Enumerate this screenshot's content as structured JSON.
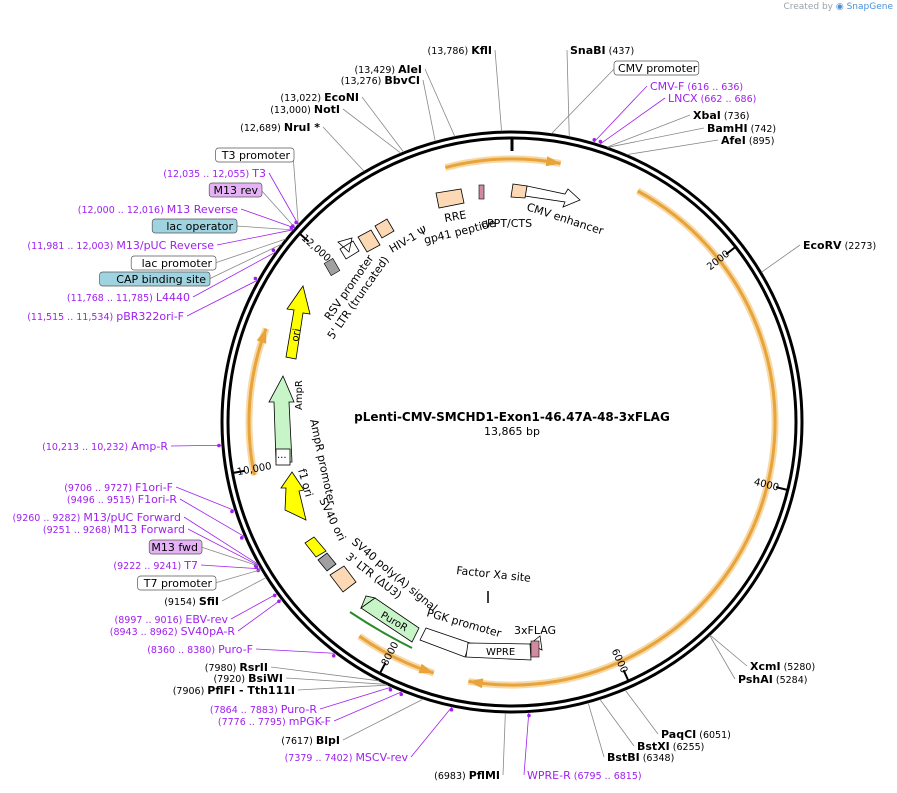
{
  "credit": {
    "prefix": "Created by",
    "brand": "SnapGene"
  },
  "map": {
    "name": "pLenti-CMV-SMCHD1-Exon1-46.47A-48-3xFLAG",
    "size_label": "13,865 bp",
    "length_bp": 13865
  },
  "colors": {
    "backbone": "#000000",
    "orf_arrow": "#e8a33a",
    "primer": "#a020f0",
    "feature_peach": "#fcd8b4",
    "feature_green": "#c8f5c8",
    "feature_yellow": "#ffff00",
    "feature_gray": "#a0a0a0",
    "feature_pink": "#d08ba0",
    "promoter_box": "#ffffff",
    "lac_box": "#9fd3e0",
    "m13_box": "#e5b3f5"
  },
  "ticks": [
    {
      "label": "2000",
      "bp": 2000
    },
    {
      "label": "4000",
      "bp": 4000
    },
    {
      "label": "6000",
      "bp": 6000
    },
    {
      "label": "8000",
      "bp": 8000
    },
    {
      "label": "10,000",
      "bp": 10000
    },
    {
      "label": "12,000",
      "bp": 12000
    }
  ],
  "right_labels": [
    {
      "name": "KflI",
      "pos": "(13,786)",
      "bp": 13786,
      "kind": "enzyme"
    },
    {
      "name": "SnaBI",
      "pos": "(437)",
      "bp": 437,
      "kind": "enzyme"
    },
    {
      "name": "CMV promoter",
      "pos": "",
      "bp": 300,
      "kind": "boxed"
    },
    {
      "name": "CMV-F",
      "pos": "(616 .. 636)",
      "bp": 626,
      "kind": "primer"
    },
    {
      "name": "LNCX",
      "pos": "(662 .. 686)",
      "bp": 674,
      "kind": "primer"
    },
    {
      "name": "XbaI",
      "pos": "(736)",
      "bp": 736,
      "kind": "enzyme"
    },
    {
      "name": "BamHI",
      "pos": "(742)",
      "bp": 742,
      "kind": "enzyme"
    },
    {
      "name": "AfeI",
      "pos": "(895)",
      "bp": 895,
      "kind": "enzyme"
    },
    {
      "name": "EcoRV",
      "pos": "(2273)",
      "bp": 2273,
      "kind": "enzyme"
    },
    {
      "name": "XcmI",
      "pos": "(5280)",
      "bp": 5280,
      "kind": "enzyme"
    },
    {
      "name": "PshAI",
      "pos": "(5284)",
      "bp": 5284,
      "kind": "enzyme"
    },
    {
      "name": "PaqCI",
      "pos": "(6051)",
      "bp": 6051,
      "kind": "enzyme"
    },
    {
      "name": "BstXI",
      "pos": "(6255)",
      "bp": 6255,
      "kind": "enzyme"
    },
    {
      "name": "BstBI",
      "pos": "(6348)",
      "bp": 6348,
      "kind": "enzyme"
    },
    {
      "name": "WPRE-R",
      "pos": "(6795 .. 6815)",
      "bp": 6805,
      "kind": "primer"
    },
    {
      "name": "PflMI",
      "pos": "(6983)",
      "bp": 6983,
      "kind": "enzyme"
    }
  ],
  "left_labels": [
    {
      "name": "AleI",
      "pos": "(13,429)",
      "bp": 13429,
      "kind": "enzyme"
    },
    {
      "name": "BbvCI",
      "pos": "(13,276)",
      "bp": 13276,
      "kind": "enzyme"
    },
    {
      "name": "EcoNI",
      "pos": "(13,022)",
      "bp": 13022,
      "kind": "enzyme"
    },
    {
      "name": "NotI",
      "pos": "(13,000)",
      "bp": 13000,
      "kind": "enzyme"
    },
    {
      "name": "NruI *",
      "pos": "(12,689)",
      "bp": 12689,
      "kind": "enzyme"
    },
    {
      "name": "T3 promoter",
      "pos": "",
      "bp": 12045,
      "kind": "boxed"
    },
    {
      "name": "T3",
      "pos": "(12,035 .. 12,055)",
      "bp": 12045,
      "kind": "primer"
    },
    {
      "name": "M13 rev",
      "pos": "",
      "bp": 12010,
      "kind": "m13"
    },
    {
      "name": "M13 Reverse",
      "pos": "(12,000 .. 12,016)",
      "bp": 12008,
      "kind": "primer"
    },
    {
      "name": "lac operator",
      "pos": "",
      "bp": 11990,
      "kind": "lac"
    },
    {
      "name": "M13/pUC Reverse",
      "pos": "(11,981 .. 12,003)",
      "bp": 11992,
      "kind": "primer"
    },
    {
      "name": "lac promoter",
      "pos": "",
      "bp": 11900,
      "kind": "boxed"
    },
    {
      "name": "CAP binding site",
      "pos": "",
      "bp": 11850,
      "kind": "lac"
    },
    {
      "name": "L4440",
      "pos": "(11,768 .. 11,785)",
      "bp": 11776,
      "kind": "primer"
    },
    {
      "name": "pBR322ori-F",
      "pos": "(11,515 .. 11,534)",
      "bp": 11524,
      "kind": "primer"
    },
    {
      "name": "Amp-R",
      "pos": "(10,213 .. 10,232)",
      "bp": 10222,
      "kind": "primer"
    },
    {
      "name": "F1ori-F",
      "pos": "(9706 .. 9727)",
      "bp": 9716,
      "kind": "primer"
    },
    {
      "name": "F1ori-R",
      "pos": "(9496 .. 9515)",
      "bp": 9505,
      "kind": "primer"
    },
    {
      "name": "M13/pUC Forward",
      "pos": "(9260 .. 9282)",
      "bp": 9271,
      "kind": "primer"
    },
    {
      "name": "M13 Forward",
      "pos": "(9251 .. 9268)",
      "bp": 9259,
      "kind": "primer"
    },
    {
      "name": "M13 fwd",
      "pos": "",
      "bp": 9255,
      "kind": "m13"
    },
    {
      "name": "T7",
      "pos": "(9222 .. 9241)",
      "bp": 9231,
      "kind": "primer"
    },
    {
      "name": "T7 promoter",
      "pos": "",
      "bp": 9225,
      "kind": "boxed"
    },
    {
      "name": "SfiI",
      "pos": "(9154)",
      "bp": 9154,
      "kind": "enzyme"
    },
    {
      "name": "EBV-rev",
      "pos": "(8997 .. 9016)",
      "bp": 9006,
      "kind": "primer"
    },
    {
      "name": "SV40pA-R",
      "pos": "(8943 .. 8962)",
      "bp": 8952,
      "kind": "primer"
    },
    {
      "name": "Puro-F",
      "pos": "(8360 .. 8380)",
      "bp": 8370,
      "kind": "primer"
    },
    {
      "name": "RsrII",
      "pos": "(7980)",
      "bp": 7980,
      "kind": "enzyme"
    },
    {
      "name": "BsiWI",
      "pos": "(7920)",
      "bp": 7920,
      "kind": "enzyme"
    },
    {
      "name": "PflFI - Tth111I",
      "pos": "(7906)",
      "bp": 7906,
      "kind": "enzyme"
    },
    {
      "name": "Puro-R",
      "pos": "(7864 .. 7883)",
      "bp": 7873,
      "kind": "primer"
    },
    {
      "name": "mPGK-F",
      "pos": "(7776 .. 7795)",
      "bp": 7785,
      "kind": "primer"
    },
    {
      "name": "BlpI",
      "pos": "(7617)",
      "bp": 7617,
      "kind": "enzyme"
    },
    {
      "name": "MSCV-rev",
      "pos": "(7379 .. 7402)",
      "bp": 7390,
      "kind": "primer"
    }
  ],
  "inner_labels": [
    {
      "text": "CMV enhancer"
    },
    {
      "text": "cPPT/CTS"
    },
    {
      "text": "gp41 peptide"
    },
    {
      "text": "RRE"
    },
    {
      "text": "HIV-1 Ψ"
    },
    {
      "text": "RSV promoter"
    },
    {
      "text": "5' LTR (truncated)"
    },
    {
      "text": "ori"
    },
    {
      "text": "AmpR"
    },
    {
      "text": "AmpR promoter"
    },
    {
      "text": "f1 ori"
    },
    {
      "text": "SV40 ori"
    },
    {
      "text": "SV40 poly(A) signal"
    },
    {
      "text": "3' LTR (ΔU3)"
    },
    {
      "text": "PuroR"
    },
    {
      "text": "PGK promoter"
    },
    {
      "text": "WPRE"
    },
    {
      "text": "3xFLAG"
    },
    {
      "text": "Factor Xa site"
    },
    {
      "text": "..."
    }
  ],
  "orf_arcs": [
    {
      "from_bp": 13300,
      "to_bp": 410,
      "direction": "cw"
    },
    {
      "from_bp": 1100,
      "to_bp": 7300,
      "direction": "cw"
    },
    {
      "from_bp": 7600,
      "to_bp": 8300,
      "direction": "ccw"
    },
    {
      "from_bp": 9950,
      "to_bp": 11200,
      "direction": "cw"
    }
  ]
}
